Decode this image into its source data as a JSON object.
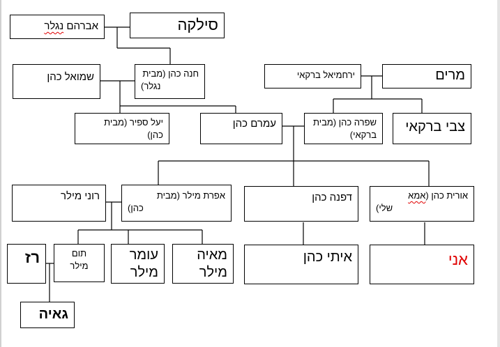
{
  "colors": {
    "line": "#000000",
    "highlight": "#e00000",
    "spellcheck": "#e00000"
  },
  "people": {
    "silka": "סילקה",
    "avraham_first": "אברהם ",
    "avraham_last": "נגלר",
    "shmuel": "שמואל כהן",
    "hana_line1": "חנה כהן (מבית",
    "hana_line2": "נגלר)",
    "yerachmiel": "ירחמיאל ברקאי",
    "miriam": "מרים",
    "yael_line1": "יעל ספיר (מבית",
    "yael_line2": "כהן)",
    "amram": "עמרם כהן",
    "shifra_line1": "שפרה כהן (מבית",
    "shifra_line2": "ברקאי)",
    "tzvi": "צבי ברקאי",
    "roni": "רוני מילר",
    "efrat_line1": "אפרת מילר (מבית",
    "efrat_line2": "כהן)",
    "dafna": "דפנה כהן",
    "orit_a": "אורית כהן (",
    "orit_b": "אמא",
    "orit_line2": "שלי)",
    "raz": "רז",
    "tom_line1": "תום",
    "tom_line2": "מילר",
    "omer_line1": "עומר",
    "omer_line2": "מילר",
    "maya_line1": "מאיה",
    "maya_line2": "מילר",
    "itai": "איתי כהן",
    "ani": "אני",
    "gaia": "גאיה"
  }
}
